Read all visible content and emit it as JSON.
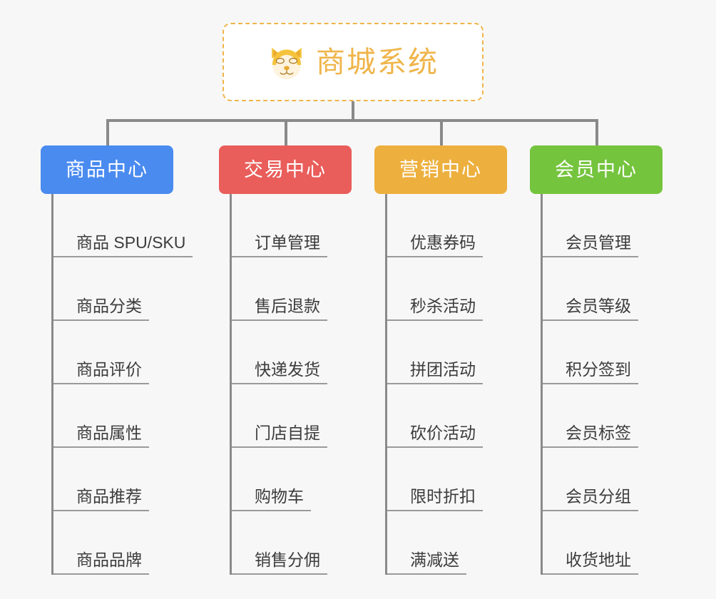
{
  "page": {
    "background_color": "#f7f7f7",
    "connector_color": "#8a8a8a"
  },
  "root": {
    "title": "商城系统",
    "icon": "shiba-dog-face-icon",
    "text_color": "#efb54a",
    "border_color": "#efb54a",
    "background_color": "#ffffff"
  },
  "columns": [
    {
      "label": "商品中心",
      "color": "#4a8bf0",
      "items": [
        "商品 SPU/SKU",
        "商品分类",
        "商品评价",
        "商品属性",
        "商品推荐",
        "商品品牌"
      ]
    },
    {
      "label": "交易中心",
      "color": "#e95d5a",
      "items": [
        "订单管理",
        "售后退款",
        "快递发货",
        "门店自提",
        "购物车",
        "销售分佣"
      ]
    },
    {
      "label": "营销中心",
      "color": "#edb03e",
      "items": [
        "优惠券码",
        "秒杀活动",
        "拼团活动",
        "砍价活动",
        "限时折扣",
        "满减送"
      ]
    },
    {
      "label": "会员中心",
      "color": "#75c43e",
      "items": [
        "会员管理",
        "会员等级",
        "积分签到",
        "会员标签",
        "会员分组",
        "收货地址"
      ]
    }
  ]
}
